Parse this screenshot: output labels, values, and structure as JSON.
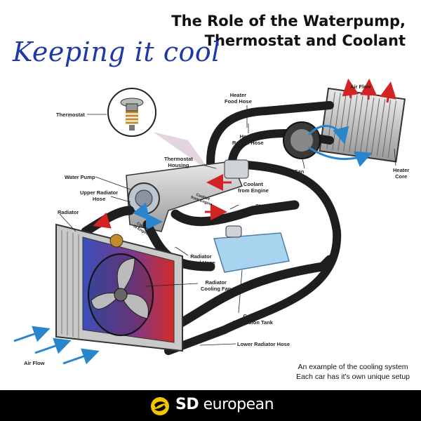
{
  "header": {
    "title_line1": "The Role of the Waterpump,",
    "title_line2": "Thermostat and Coolant",
    "tagline": "Keeping it cool"
  },
  "labels": {
    "thermostat": "Thermostat",
    "heater_food_hose": "Heater\nFood Hose",
    "air_flow_top": "Air Flow",
    "heater_return_hose": "Heater\nReturn Hose",
    "thermostat_housing": "Thermostat\nHousing",
    "fan": "Fan",
    "heater_core": "Heater\nCore",
    "water_pump": "Water Pump",
    "upper_radiator_hose": "Upper Radiator\nHose",
    "coolant_from_engine": "Coolant\nfrom Engine",
    "coolant_from_engine_arrow": "Coolant\nfrom Engine",
    "steam_hose": "Steam Hose",
    "radiator": "Radiator",
    "coolant_to_engine": "Coolant\nto Engine",
    "radiator_bleed_hose": "Radiator\nBleed Hose",
    "radiator_cooling_fan": "Radiator\nCooling Fan",
    "coolant_expansion_tank": "Coolant\nExpansion Tank",
    "lower_radiator_hose": "Lower Radiator Hose",
    "air_flow_bottom": "Air Flow"
  },
  "note": {
    "line1": "An example of the cooling system",
    "line2": "Each car has it's own unique  setup"
  },
  "footer": {
    "brand_bold": "SD",
    "brand_light": " european"
  },
  "colors": {
    "hose": "#1e1e1e",
    "coolant_hot": "#d32424",
    "coolant_cold": "#2a86cc",
    "tank": "#a9d4ef",
    "brand_yellow": "#f5c400",
    "script_blue": "#1f3aa8"
  }
}
